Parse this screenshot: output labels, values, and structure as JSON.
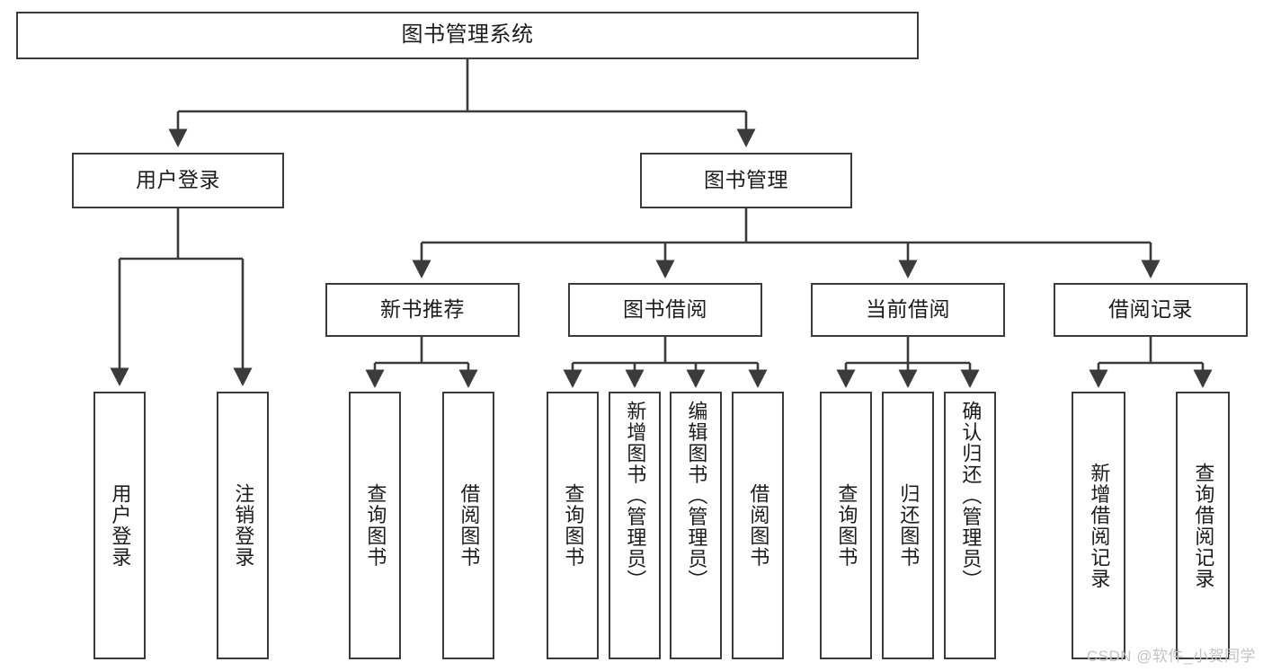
{
  "diagram": {
    "title": "图书管理系统",
    "type": "hierarchy-tree",
    "root": {
      "label": "图书管理系统"
    },
    "level2": [
      {
        "label": "用户登录"
      },
      {
        "label": "图书管理"
      }
    ],
    "level3": [
      {
        "label": "新书推荐"
      },
      {
        "label": "图书借阅"
      },
      {
        "label": "当前借阅"
      },
      {
        "label": "借阅记录"
      }
    ],
    "leaves": {
      "user_login": [
        {
          "label": "用户登录"
        },
        {
          "label": "注销登录"
        }
      ],
      "new_book_recommend": [
        {
          "label": "查询图书"
        },
        {
          "label": "借阅图书"
        }
      ],
      "book_borrow": [
        {
          "label": "查询图书"
        },
        {
          "label": "新增图书（管理员）"
        },
        {
          "label": "编辑图书（管理员）"
        },
        {
          "label": "借阅图书"
        }
      ],
      "current_borrow": [
        {
          "label": "查询图书"
        },
        {
          "label": "归还图书"
        },
        {
          "label": "确认归还（管理员）"
        }
      ],
      "borrow_record": [
        {
          "label": "新增借阅记录"
        },
        {
          "label": "查询借阅记录"
        }
      ]
    }
  },
  "watermark": {
    "text": "CSDN @软件_小贺同学"
  },
  "colors": {
    "box_border": "#3b3b3b",
    "box_fill": "#ffffff",
    "text": "#1c1c1c",
    "connector": "#3b3b3b",
    "watermark": "#c3c3c3"
  }
}
